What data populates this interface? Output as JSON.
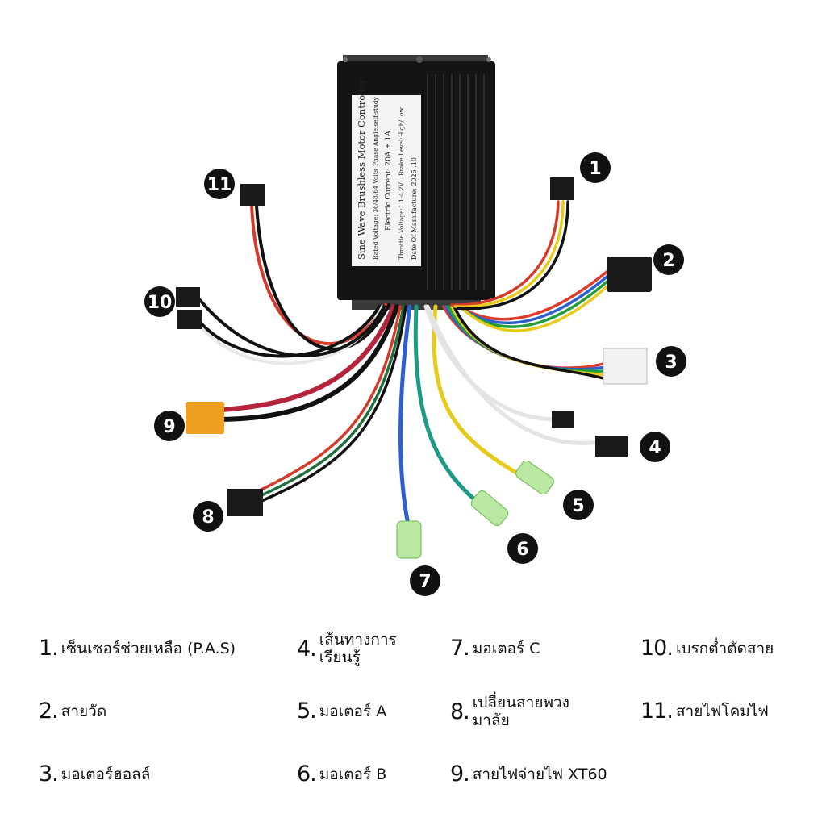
{
  "controller_label": {
    "line1": "Sine Wave Brushless Motor Controller",
    "line2a": "Rated Voltage: 36/48/64 Volts",
    "line2b": "Phase Angle:self-study",
    "line3": "Electric Current: 20A ± 1A",
    "line4a": "Throttle Voltage:1.1-4.2V",
    "line4b": "Brake Level:High/Low",
    "line5": "Date Of Manufacture:  2025 .10"
  },
  "badges": [
    "1",
    "2",
    "3",
    "4",
    "5",
    "6",
    "7",
    "8",
    "9",
    "10",
    "11"
  ],
  "legend": [
    {
      "num": "1.",
      "text": "เซ็นเซอร์ช่วยเหลือ (P.A.S)"
    },
    {
      "num": "2.",
      "text": "สายวัด"
    },
    {
      "num": "3.",
      "text": "มอเตอร์ฮอลล์"
    },
    {
      "num": "4.",
      "text": "เส้นทางการเรียนรู้"
    },
    {
      "num": "5.",
      "text": "มอเตอร์ A"
    },
    {
      "num": "6.",
      "text": "มอเตอร์ B"
    },
    {
      "num": "7.",
      "text": "มอเตอร์ C"
    },
    {
      "num": "8.",
      "text": "เปลี่ยนสายพวงมาลัย"
    },
    {
      "num": "9.",
      "text": "สายไฟจ่ายไฟ XT60"
    },
    {
      "num": "10.",
      "text": "เบรกต่ำตัดสาย"
    },
    {
      "num": "11.",
      "text": "สายไฟโคมไฟ"
    }
  ]
}
